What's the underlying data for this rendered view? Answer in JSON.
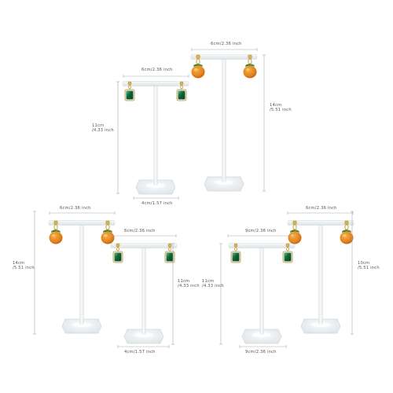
{
  "labels": {
    "w6": "6cm/2.36 inch",
    "w6_alt": "9cm/2.36 inch",
    "base4": "4cm/1.57 inch",
    "h11_a": "11cm",
    "h11_b": "/4.33 inch",
    "h14_a": "14cm",
    "h14_b": "/5.51 inch",
    "h10_a": "10cm",
    "h10_b": "/5.51 inch"
  },
  "colors": {
    "acrylic": "#eef1f3",
    "acrylic_edge": "#d6dadd",
    "gold": "#c9a24a",
    "emerald": "#0f6b3c",
    "orange": "#e58a1f",
    "leaf": "#3f7d2a",
    "dimension_line": "#a9a9a9",
    "label_text": "#555555"
  },
  "icons": {
    "earring_square": "emerald-earring-icon",
    "earring_fruit": "orange-fruit-earring-icon"
  }
}
